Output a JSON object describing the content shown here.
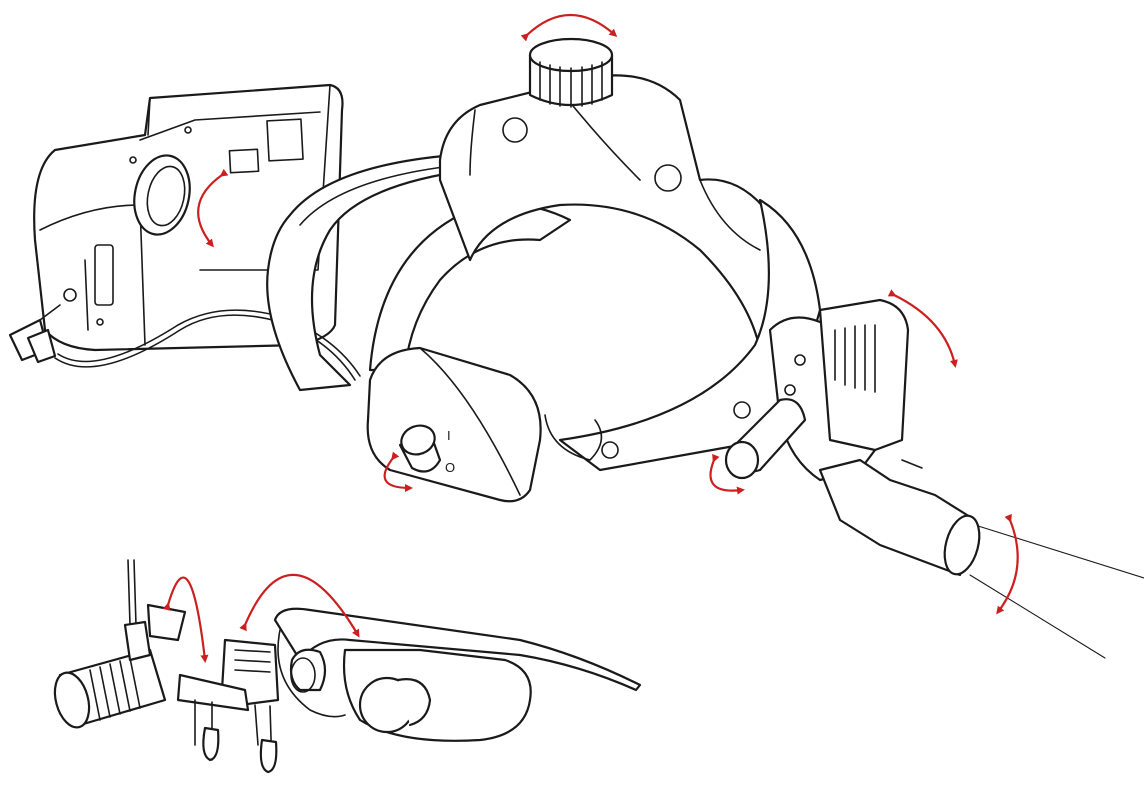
{
  "colors": {
    "line": "#1a1a1a",
    "arrow": "#cc1f1f",
    "background": "#ffffff"
  },
  "control_labels": {
    "on": "I",
    "off": "O"
  },
  "parts": [
    "battery-pack",
    "headband",
    "top-adjustment-knob",
    "power-dial",
    "headlight-module",
    "loupe-glasses",
    "clip-on-light",
    "loupe-mount"
  ]
}
